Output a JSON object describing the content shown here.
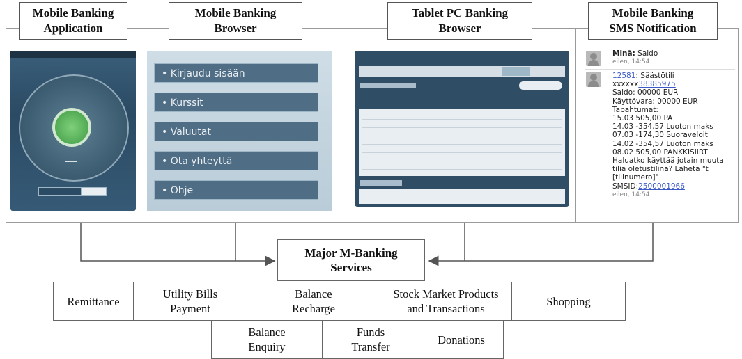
{
  "headers": {
    "app": [
      "Mobile Banking",
      "Application"
    ],
    "browser": [
      "Mobile Banking",
      "Browser"
    ],
    "tablet": [
      "Tablet PC Banking",
      "Browser"
    ],
    "sms": [
      "Mobile Banking",
      "SMS Notification"
    ]
  },
  "mobile_browser_menu": [
    "Kirjaudu sisään",
    "Kurssit",
    "Valuutat",
    "Ota yhteyttä",
    "Ohje"
  ],
  "sms": {
    "msg1": {
      "sender": "Minä:",
      "text": "Saldo",
      "time": "eilen, 14:54"
    },
    "msg2": {
      "sender": "12581",
      "first": "Säästötili",
      "account_prefix": "xxxxxx",
      "account_suffix": "38385975",
      "lines": [
        "Saldo:    00000    EUR",
        "Käyttövara:   00000     EUR",
        "Tapahtumat:",
        "15.03    505,00 PA",
        "14.03  -354,57 Luoton maks",
        "07.03  -174,30 Suoraveloit",
        "14.02  -354,57 Luoton maks",
        "08.02    505,00 PANKKISIIRT",
        " Haluatko käyttää jotain muuta",
        "tiliä oletustilinä? Lähetä \"t",
        "[tilinumero]\""
      ],
      "smsid_label": "SMSID:",
      "smsid": "2500001966",
      "time": "eilen, 14:54"
    }
  },
  "hub": [
    "Major M-Banking",
    "Services"
  ],
  "services_row1": [
    [
      "Remittance"
    ],
    [
      "Utility Bills",
      "Payment"
    ],
    [
      "Balance",
      "Recharge"
    ],
    [
      "Stock Market Products",
      "and Transactions"
    ],
    [
      "Shopping"
    ]
  ],
  "services_row2": [
    [
      "Balance",
      "Enquiry"
    ],
    [
      "Funds",
      "Transfer"
    ],
    [
      "Donations"
    ]
  ],
  "colors": {
    "line": "#555555",
    "menu_bg": "#4f6d84",
    "app_bg": "#2b4a63",
    "accent_green": "#4caf50"
  }
}
